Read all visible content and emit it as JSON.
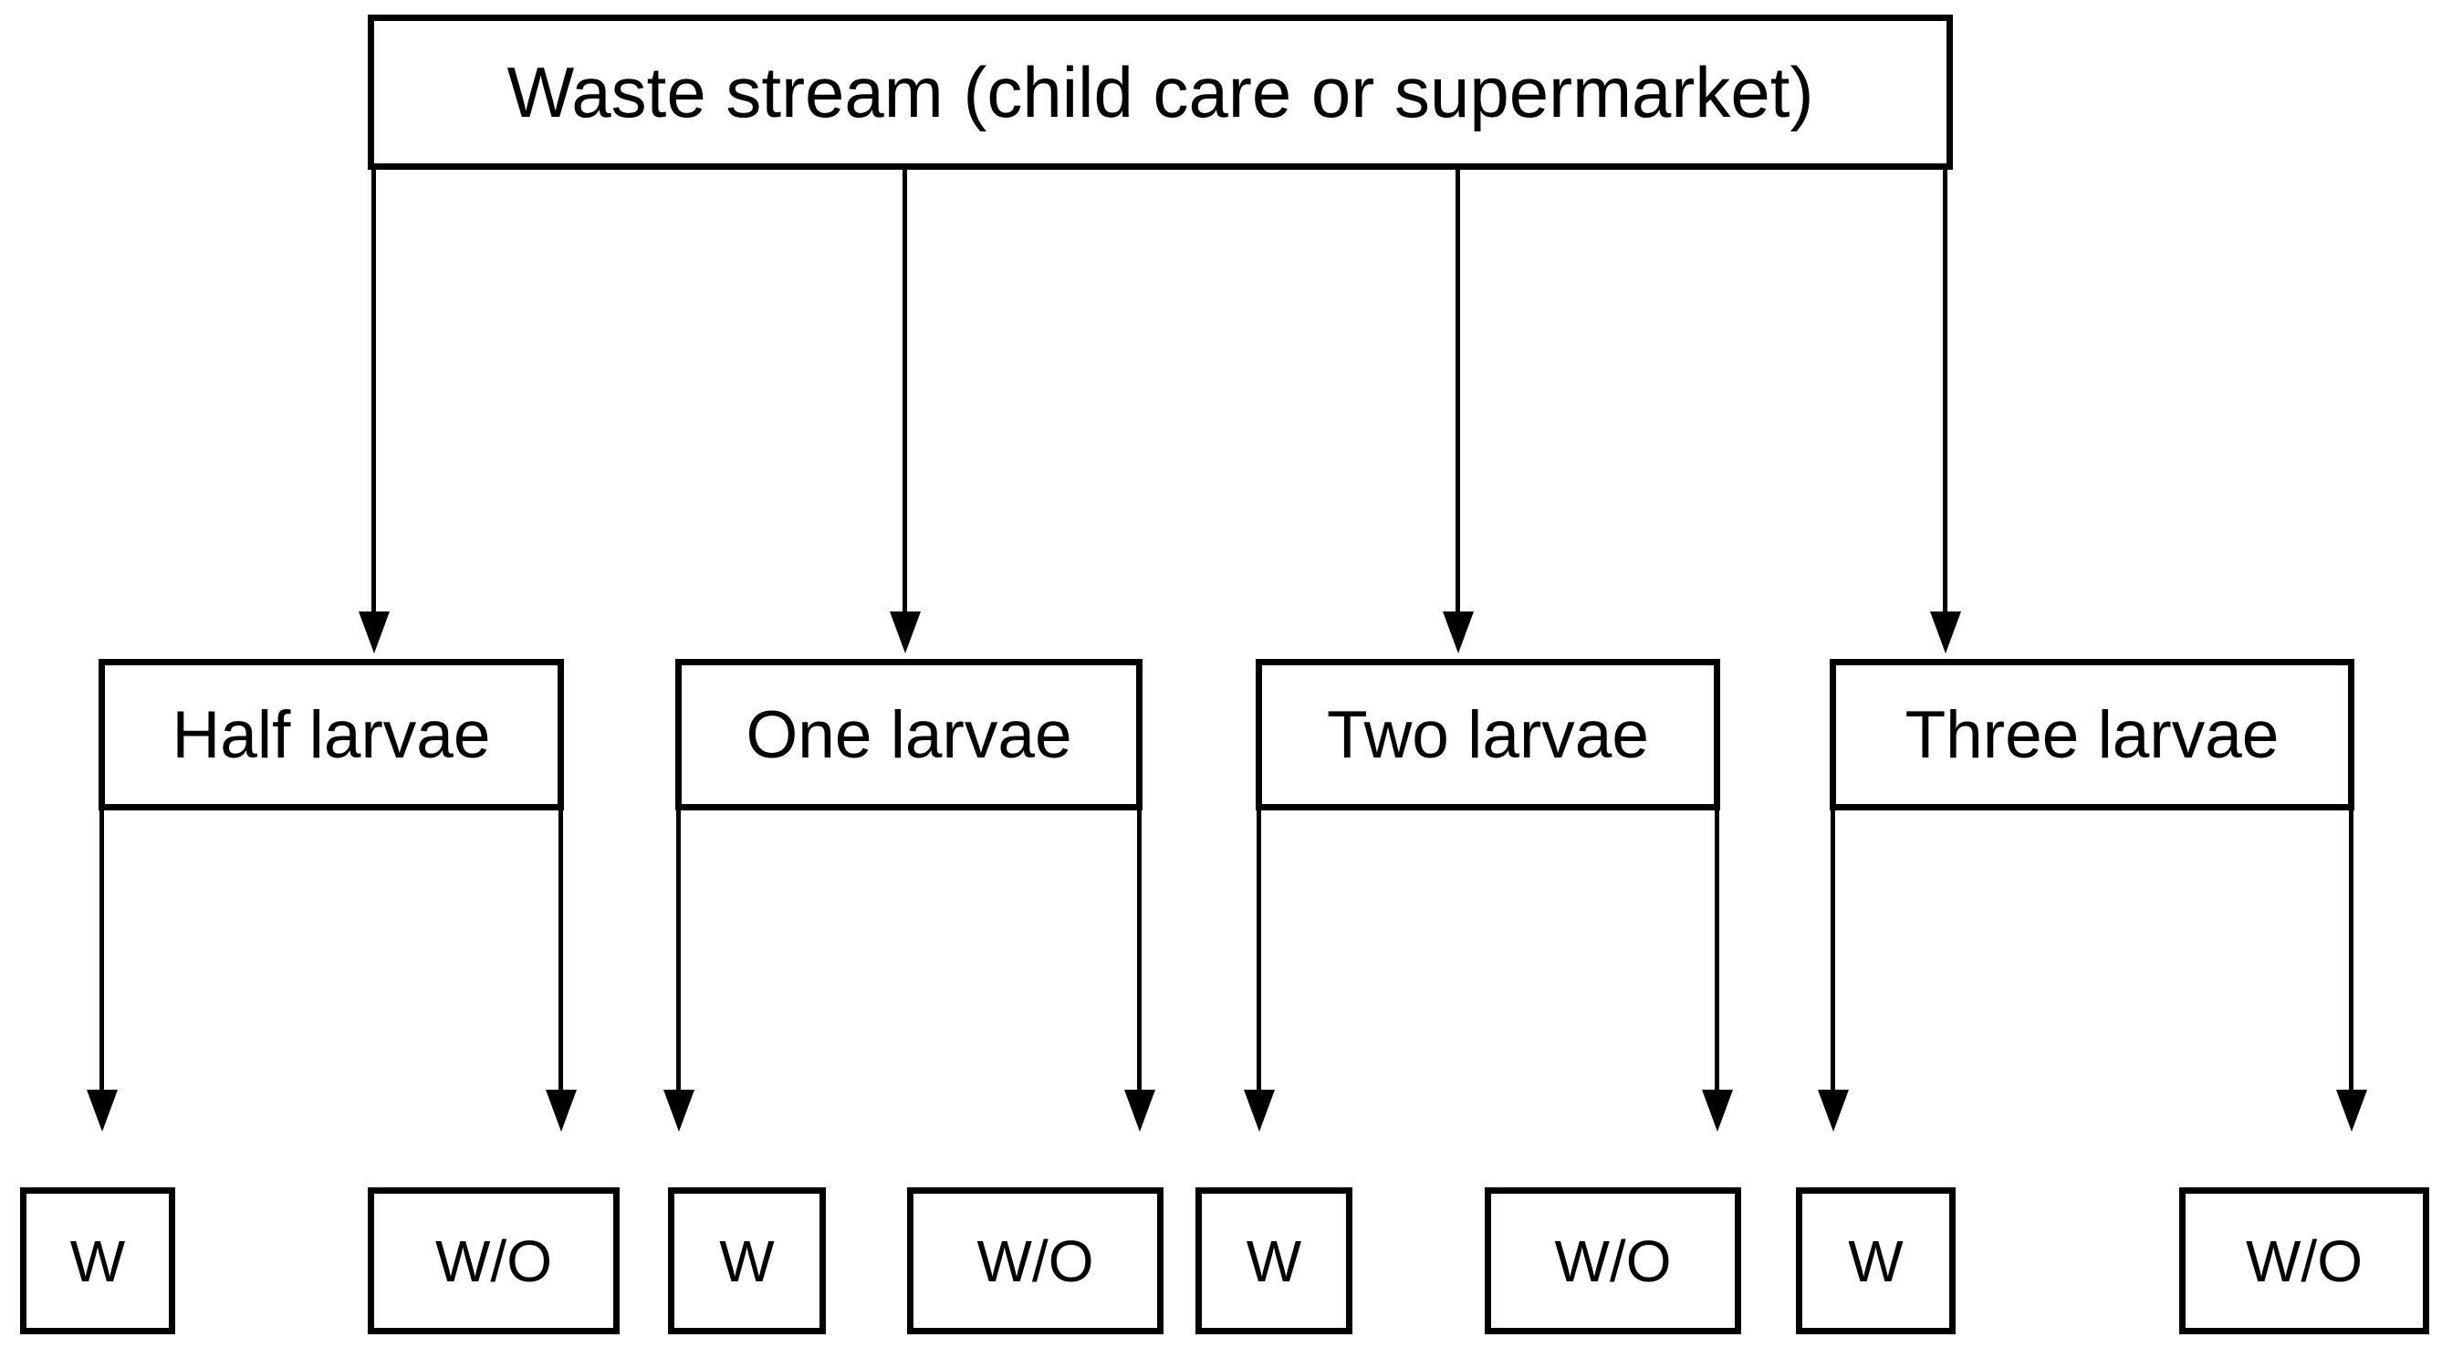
{
  "diagram": {
    "root": {
      "label": "Waste stream (child care or supermarket)"
    },
    "level2": [
      {
        "label": "Half larvae"
      },
      {
        "label": "One larvae"
      },
      {
        "label": "Two larvae"
      },
      {
        "label": "Three larvae"
      }
    ],
    "leaves": [
      {
        "label": "W"
      },
      {
        "label": "W/O"
      },
      {
        "label": "W"
      },
      {
        "label": "W/O"
      },
      {
        "label": "W"
      },
      {
        "label": "W/O"
      },
      {
        "label": "W"
      },
      {
        "label": "W/O"
      }
    ],
    "edges": {
      "from_root_to": [
        "Half larvae",
        "One larvae",
        "Two larvae",
        "Three larvae"
      ],
      "from_level2_to_leaves": [
        [
          "W",
          "W/O"
        ],
        [
          "W",
          "W/O"
        ],
        [
          "W",
          "W/O"
        ],
        [
          "W",
          "W/O"
        ]
      ]
    }
  },
  "colors": {
    "line": "#000000",
    "text": "#000000",
    "background": "#ffffff",
    "node_fill": "#ffffff"
  }
}
